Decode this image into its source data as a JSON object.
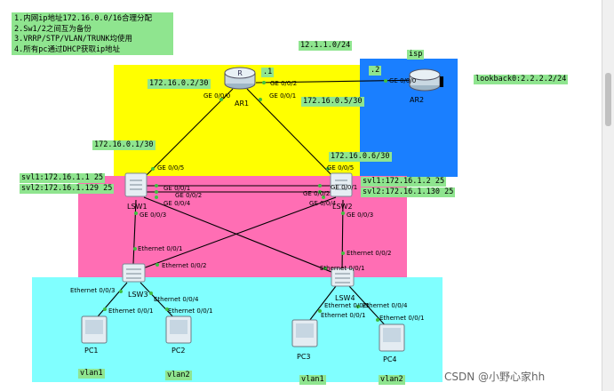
{
  "notes": [
    "1.内网ip地址172.16.0.0/16合理分配",
    "2.Sw1/2之间互为备份",
    "3.VRRP/STP/VLAN/TRUNK均使用",
    "4.所有pc通过DHCP获取ip地址"
  ],
  "colors": {
    "zone_yellow": "#ffff00",
    "zone_blue": "#1a7fff",
    "zone_pink": "#ff6eb4",
    "zone_cyan": "#80ffff",
    "label_green": "#8fe58f",
    "link_line": "#000000",
    "port_dot": "#40c040"
  },
  "devices": {
    "ar1": "AR1",
    "ar2": "AR2",
    "isp": "isp",
    "lsw1": "LSW1",
    "lsw2": "LSW2",
    "lsw3": "LSW3",
    "lsw4": "LSW4",
    "pc1": "PC1",
    "pc2": "PC2",
    "pc3": "PC3",
    "pc4": "PC4"
  },
  "subnets": {
    "isp_net": "12.1.1.0/24",
    "ar1_lsw2_ar1": "172.16.0.2/30",
    "ar1_lsw1_sw": "172.16.0.1/30",
    "ar1_lsw2_router": "172.16.0.5/30",
    "ar1_lsw2_sw": "172.16.0.6/30",
    "loopback": "lookback0:2.2.2.2/24",
    "ar1_host": ".1",
    "ar2_host": ".2"
  },
  "svi": {
    "lsw1_line1": "svl1:172.16.1.1 25",
    "lsw1_line2": "svl2:172.16.1.129 25",
    "lsw2_line1": "svl1:172.16.1.2 25",
    "lsw2_line2": "svl2:172.16.1.130 25"
  },
  "ports": {
    "ar1_g000": "GE 0/0/0",
    "ar1_g002": "GE 0/0/2",
    "ar1_g001": "GE 0/0/1",
    "ar2_g000": "GE 0/0/0",
    "lsw1_g005": "GE 0/0/5",
    "lsw1_g001": "GE 0/0/1",
    "lsw1_g002": "GE 0/0/2",
    "lsw1_g004": "GE 0/0/4",
    "lsw1_g003": "GE 0/0/3",
    "lsw2_g005": "GE 0/0/5",
    "lsw2_g001": "GE 0/0/1",
    "lsw2_g002": "GE 0/0/2",
    "lsw2_g004": "GE 0/0/4",
    "lsw2_g003": "GE 0/0/3",
    "lsw3_e001": "Ethernet 0/0/1",
    "lsw3_e002": "Ethernet 0/0/2",
    "lsw3_e003": "Ethernet 0/0/3",
    "lsw3_e004": "Ethernet 0/0/4",
    "lsw4_e002": "Ethernet 0/0/2",
    "lsw4_e001": "Ethernet 0/0/1",
    "lsw4_e003": "Ethernet 0/0/3",
    "lsw4_e004": "Ethernet 0/0/4",
    "pc1_e001": "Ethernet 0/0/1",
    "pc2_e001": "Ethernet 0/0/1",
    "pc3_e001": "Ethernet 0/0/1",
    "pc4_e001": "Ethernet 0/0/1"
  },
  "vlans": {
    "pc1": "vlan1",
    "pc2": "vlan2",
    "pc3": "vlan1",
    "pc4": "vlan2"
  },
  "watermark": "CSDN @小野心家hh"
}
